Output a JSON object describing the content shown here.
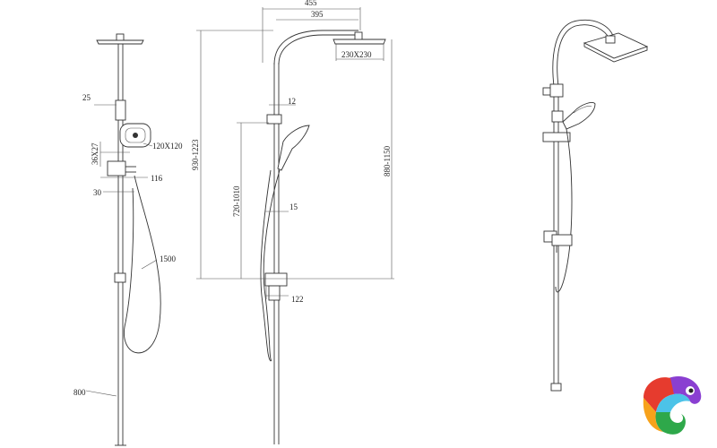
{
  "dimensions": {
    "front_arm_width": "25",
    "handshower_head_size": "120X120",
    "holder_size": "36X27",
    "holder_offset": "116",
    "pipe_diameter": "30",
    "hose_length": "1500",
    "rail_length": "800",
    "arm_reach_total": "455",
    "arm_reach_center": "395",
    "overhead_size": "230X230",
    "slider_gap": "12",
    "overall_height": "930-1223",
    "rain_height": "880-1150",
    "slider_height": "720-1010",
    "rail_diameter": "15",
    "valve_projection": "122"
  },
  "colors": {
    "line": "#333333",
    "background": "#ffffff"
  },
  "logo": {
    "icon": "chameleon-logo-icon",
    "colors": [
      "#e63b2e",
      "#f7a21b",
      "#4cc3e8",
      "#8a3fd1",
      "#2ea84a"
    ]
  }
}
